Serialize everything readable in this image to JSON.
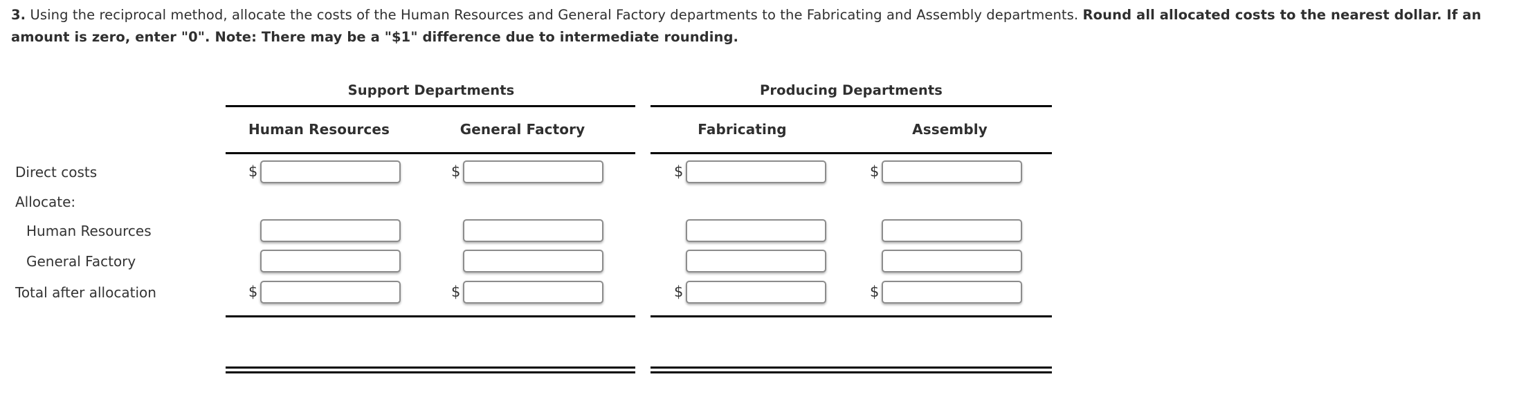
{
  "prompt": {
    "number": "3.",
    "text_part1": " Using the reciprocal method, allocate the costs of the Human Resources and General Factory departments to the Fabricating and Assembly departments. ",
    "text_bold": "Round all allocated costs to the nearest dollar. If an amount is zero, enter \"0\". Note: There may be a \"$1\" difference due to intermediate rounding."
  },
  "table": {
    "group_headers": [
      {
        "label": "Support Departments"
      },
      {
        "label": "Producing Departments"
      }
    ],
    "column_headers": [
      "Human Resources",
      "General Factory",
      "Fabricating",
      "Assembly"
    ],
    "currency_symbol": "$",
    "rows": [
      {
        "label": "Direct costs",
        "indent": false,
        "has_dollar": true,
        "has_inputs": true,
        "values": [
          "",
          "",
          "",
          ""
        ]
      },
      {
        "label": "Allocate:",
        "indent": false,
        "has_dollar": false,
        "has_inputs": false,
        "values": [
          "",
          "",
          "",
          ""
        ]
      },
      {
        "label": "Human Resources",
        "indent": true,
        "has_dollar": false,
        "has_inputs": true,
        "values": [
          "",
          "",
          "",
          ""
        ]
      },
      {
        "label": "General Factory",
        "indent": true,
        "has_dollar": false,
        "has_inputs": true,
        "values": [
          "",
          "",
          "",
          ""
        ]
      },
      {
        "label": "Total after allocation",
        "indent": false,
        "has_dollar": true,
        "has_inputs": true,
        "values": [
          "",
          "",
          "",
          ""
        ]
      }
    ]
  }
}
